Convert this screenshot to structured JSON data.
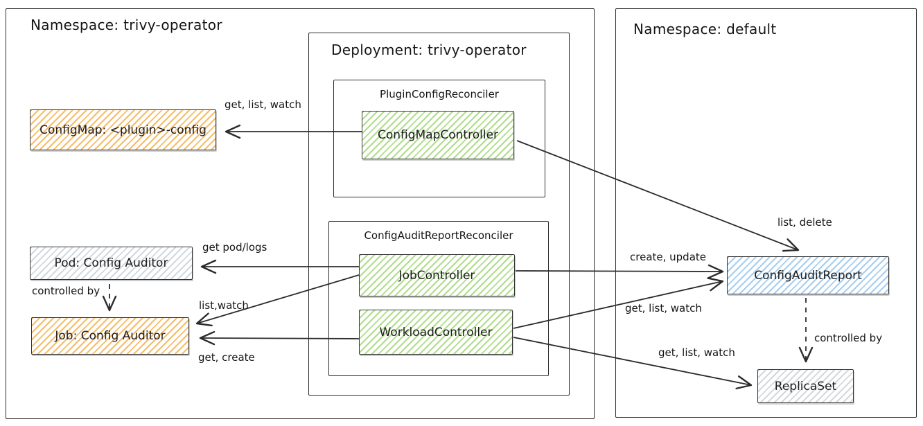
{
  "namespaces": {
    "left_title": "Namespace: trivy-operator",
    "right_title": "Namespace: default"
  },
  "deployment": {
    "title": "Deployment: trivy-operator"
  },
  "reconcilers": {
    "plugin": {
      "title": "PluginConfigReconciler",
      "controllers": [
        "ConfigMapController"
      ]
    },
    "config_audit": {
      "title": "ConfigAuditReportReconciler",
      "controllers": [
        "JobController",
        "WorkloadController"
      ]
    }
  },
  "nodes": {
    "configmap": "ConfigMap: <plugin>-config",
    "pod": "Pod: Config Auditor",
    "job": "Job: Config Auditor",
    "config_audit_report": "ConfigAuditReport",
    "replicaset": "ReplicaSet"
  },
  "edges": {
    "cm_get_list_watch": "get, list, watch",
    "get_pod_logs": "get pod/logs",
    "list_watch": "list,watch",
    "get_create": "get, create",
    "pod_controlled_by": "controlled by",
    "create_update": "create, update",
    "report_get_list_watch": "get, list, watch",
    "list_delete": "list, delete",
    "rs_get_list_watch": "get, list, watch",
    "report_controlled_by": "controlled by"
  },
  "colors": {
    "stroke": "#2b2b2b",
    "orange_fill": "#f6b85f",
    "green_fill": "#abdb83",
    "blue_fill": "#a0cbf0",
    "gray_fill": "#cbd1d7"
  }
}
